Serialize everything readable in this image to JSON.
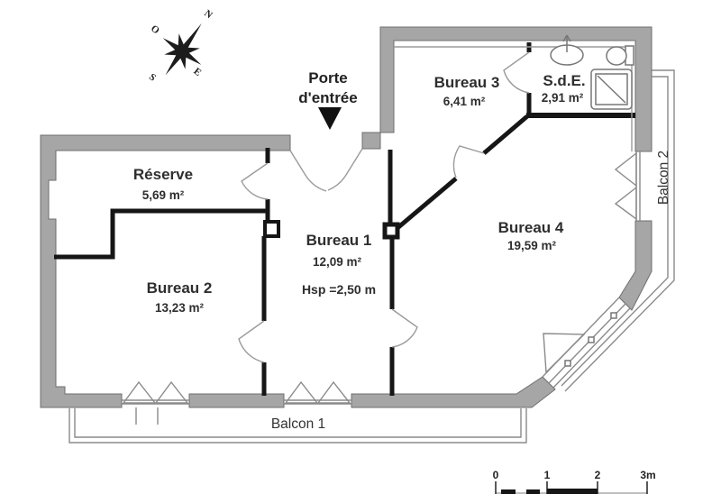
{
  "plan": {
    "entry": {
      "line1": "Porte",
      "line2": "d'entrée"
    },
    "rooms": {
      "reserve": {
        "name": "Réserve",
        "area": "5,69 m²"
      },
      "bureau1": {
        "name": "Bureau 1",
        "area": "12,09 m²",
        "ceiling_height": "Hsp =2,50 m"
      },
      "bureau2": {
        "name": "Bureau 2",
        "area": "13,23 m²"
      },
      "bureau3": {
        "name": "Bureau 3",
        "area": "6,41 m²"
      },
      "bureau4": {
        "name": "Bureau 4",
        "area": "19,59 m²"
      },
      "sde": {
        "name": "S.d.E.",
        "area": "2,91 m²"
      }
    },
    "balconies": {
      "balcon1": "Balcon 1",
      "balcon2": "Balcon 2"
    },
    "compass": {
      "north": "N",
      "east": "E",
      "south": "S",
      "west": "O"
    },
    "scale_bar": {
      "ticks": [
        "0",
        "1",
        "2",
        "3m"
      ]
    },
    "colors": {
      "wall_gray": "#a6a6a6",
      "wall_outline": "#6f6f6f",
      "wall_black": "#161616",
      "thin_line": "#9a9a9a",
      "text": "#2e2e2e"
    },
    "icons": {
      "compass_rose": "eight-point-star",
      "entry_arrow": "filled-down-arrow",
      "washbasin": "oval-basin-with-tap",
      "toilet": "wc-top-view",
      "shower": "square-tray-with-diagonal"
    }
  }
}
